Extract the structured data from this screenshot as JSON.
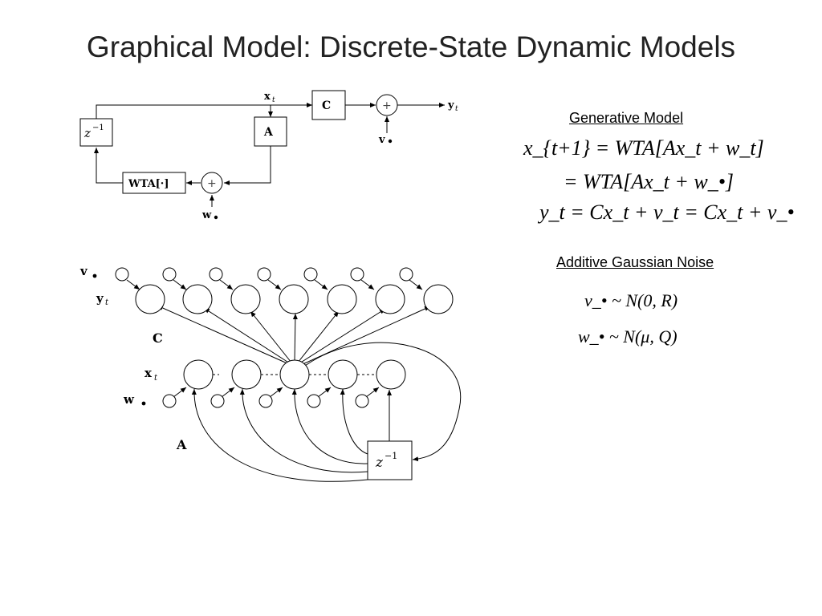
{
  "slide": {
    "title": "Graphical Model: Discrete-State Dynamic Models"
  },
  "block_diagram": {
    "delay_label": "z⁻¹",
    "delay_base": "z",
    "delay_exp": "−1",
    "x_label": "x",
    "x_sub": "t",
    "C_label": "C",
    "A_label": "A",
    "y_label": "y",
    "y_sub": "t",
    "v_label": "v",
    "w_label": "w",
    "wta_label": "WTA[·]",
    "plus": "+"
  },
  "graph_model": {
    "v_label": "v",
    "y_label": "y",
    "y_sub": "t",
    "C_label": "C",
    "x_label": "x",
    "x_sub": "t",
    "w_label": "w",
    "A_label": "A",
    "delay_base": "z",
    "delay_exp": "−1"
  },
  "generative": {
    "heading": "Generative Model",
    "eq1": "x_{t+1} = WTA[Ax_t + w_t]",
    "eq2": "= WTA[Ax_t + w_•]",
    "eq3": "y_t = Cx_t + v_t = Cx_t + v_•"
  },
  "noise": {
    "heading": "Additive Gaussian Noise",
    "eq1": "v_• ~ N(0, R)",
    "eq2": "w_• ~ N(μ, Q)"
  }
}
